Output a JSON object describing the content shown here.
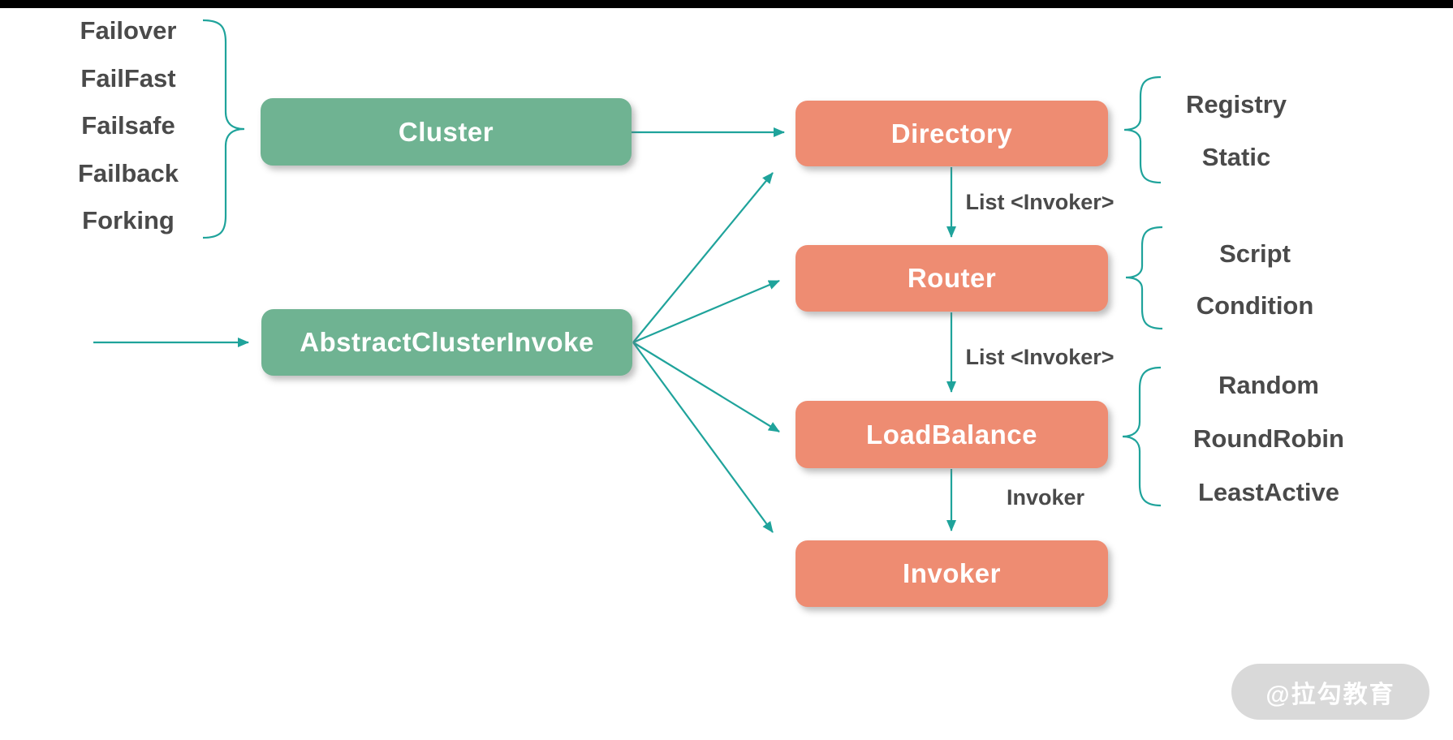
{
  "page": {
    "top_bar_color": "#000000",
    "background": "#ffffff"
  },
  "colors": {
    "node_green": "#6FB392",
    "node_salmon": "#EE8C72",
    "wire_teal": "#1FA39B",
    "text_dark": "#4A4A4A",
    "node_text": "#FFFFFF",
    "watermark_bg": "#D9D9D9",
    "watermark_text": "#FFFFFF"
  },
  "diagram": {
    "cluster_strategies": [
      "Failover",
      "FailFast",
      "Failsafe",
      "Failback",
      "Forking"
    ],
    "nodes": {
      "cluster": "Cluster",
      "abstract_cluster_invoke": "AbstractClusterInvoke",
      "directory": "Directory",
      "router": "Router",
      "load_balance": "LoadBalance",
      "invoker": "Invoker"
    },
    "edge_labels": {
      "directory_to_router": "List <Invoker>",
      "router_to_load_balance": "List <Invoker>",
      "load_balance_to_invoker": "Invoker"
    },
    "directory_types": [
      "Registry",
      "Static"
    ],
    "router_types": [
      "Script",
      "Condition"
    ],
    "load_balance_types": [
      "Random",
      "RoundRobin",
      "LeastActive"
    ]
  },
  "watermark": {
    "text": "@拉勾教育"
  }
}
